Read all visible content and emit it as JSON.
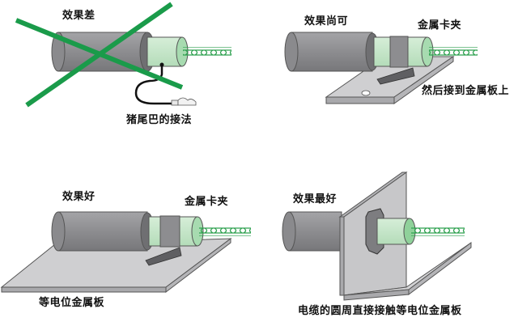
{
  "colors": {
    "cable_gray": "#8f8f92",
    "cable_dark": "#6b6b6e",
    "shield_green": "#c6e6c9",
    "shield_green_dark": "#8fd19a",
    "braid_green": "#2fa150",
    "cross_green": "#1a9b4a",
    "plate": "#c9c9cb",
    "plate_edge": "#9a9a9d",
    "clamp": "#5f5f62"
  },
  "panels": [
    {
      "id": "pigtail",
      "title": "效果差",
      "caption": "猪尾巴的接法",
      "crossed_out": true
    },
    {
      "id": "clamp-then-plate",
      "title": "效果尚可",
      "clamp_label": "金属卡夹",
      "caption": "然后接到金属板上"
    },
    {
      "id": "clamp-on-plate",
      "title": "效果好",
      "clamp_label": "金属卡夹",
      "caption": "等电位金属板"
    },
    {
      "id": "through-panel",
      "title": "效果最好",
      "caption": "电缆的圆周直接接触等电位金属板"
    }
  ]
}
